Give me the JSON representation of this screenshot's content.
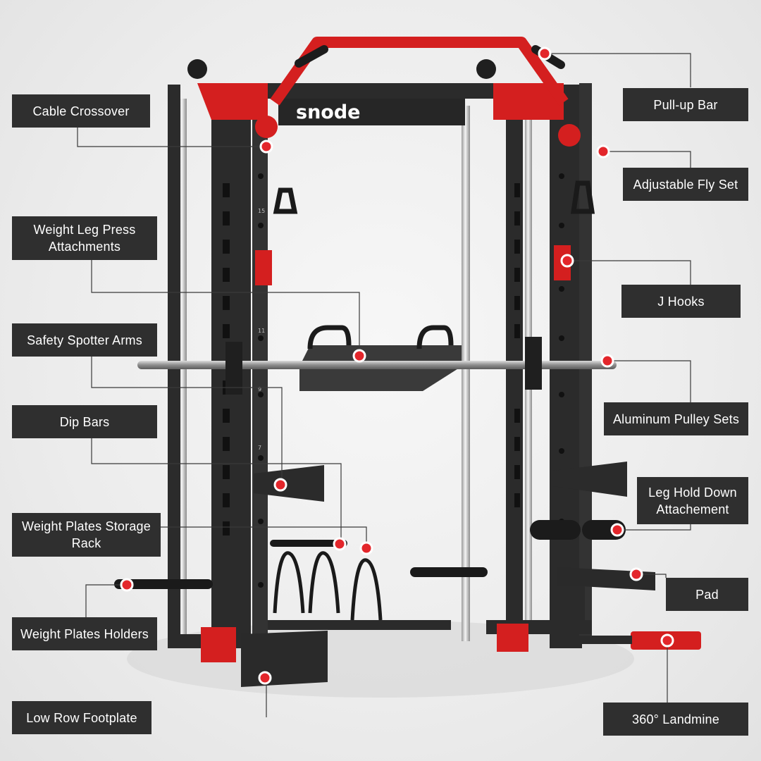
{
  "brand": {
    "name": "snode"
  },
  "labels": {
    "cable_crossover": "Cable Crossover",
    "pull_up_bar": "Pull-up Bar",
    "adjustable_fly_set": "Adjustable Fly Set",
    "weight_leg_press": "Weight Leg Press Attachments",
    "j_hooks": "J Hooks",
    "safety_spotter_arms": "Safety Spotter Arms",
    "aluminum_pulley_sets": "Aluminum Pulley Sets",
    "dip_bars": "Dip Bars",
    "leg_hold_down": "Leg Hold Down Attachement",
    "weight_plates_storage": "Weight Plates Storage Rack",
    "pad": "Pad",
    "weight_plates_holders": "Weight Plates Holders",
    "low_row_footplate": "Low Row Footplate",
    "landmine": "360° Landmine"
  },
  "hole_numbers": [
    "15",
    "11",
    "9",
    "7"
  ],
  "colors": {
    "frame": "#2b2b2b",
    "accent": "#d41f1f",
    "label_bg": "#2f2f2f",
    "marker": "#e3262b"
  }
}
